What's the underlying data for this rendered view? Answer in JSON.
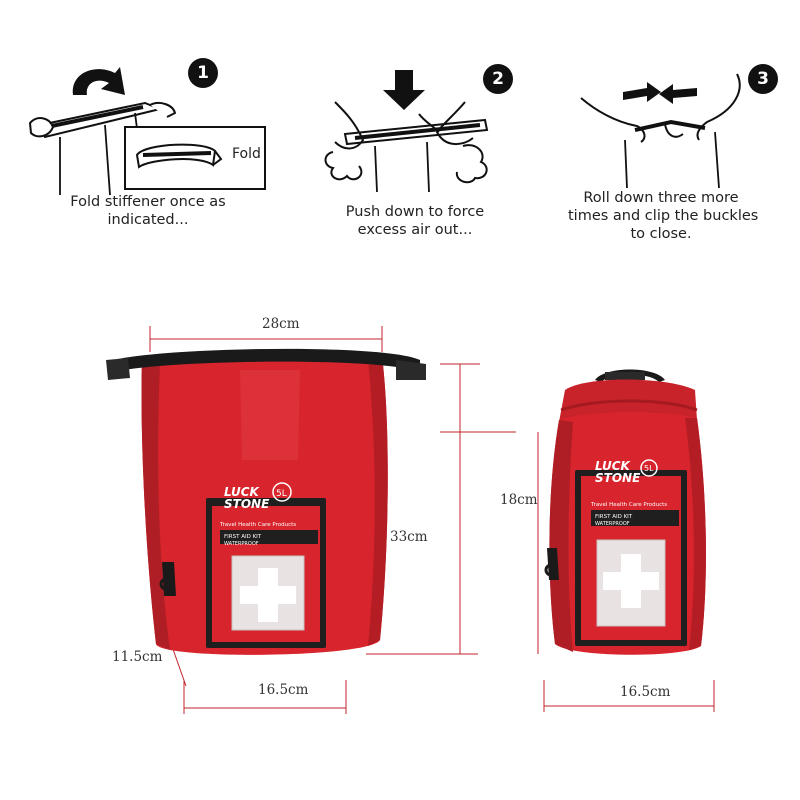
{
  "steps": [
    {
      "number": "1",
      "caption_line1": "Fold stiffener once as",
      "caption_line2": "indicated...",
      "inset_label": "Fold"
    },
    {
      "number": "2",
      "caption_line1": "Push down to force",
      "caption_line2": "excess air out..."
    },
    {
      "number": "3",
      "caption_line1": "Roll down three more",
      "caption_line2": "times and clip the buckles",
      "caption_line3": "to close."
    }
  ],
  "dimensions": {
    "large_width": "28cm",
    "large_height": "33cm",
    "large_depth": "11.5cm",
    "large_bottom": "16.5cm",
    "small_height": "18cm",
    "small_bottom": "16.5cm"
  },
  "product": {
    "brand_line1": "LUCK",
    "brand_line2": "STONE",
    "size": "5L",
    "tagline": "Travel Health Care Products",
    "kit_label": "FIRST AID KIT",
    "waterproof_label": "WATERPROOF"
  },
  "colors": {
    "bag_red": "#d8242c",
    "bag_dark": "#a51a20",
    "strap": "#1a1a1a",
    "dim_line": "#c0262e"
  }
}
